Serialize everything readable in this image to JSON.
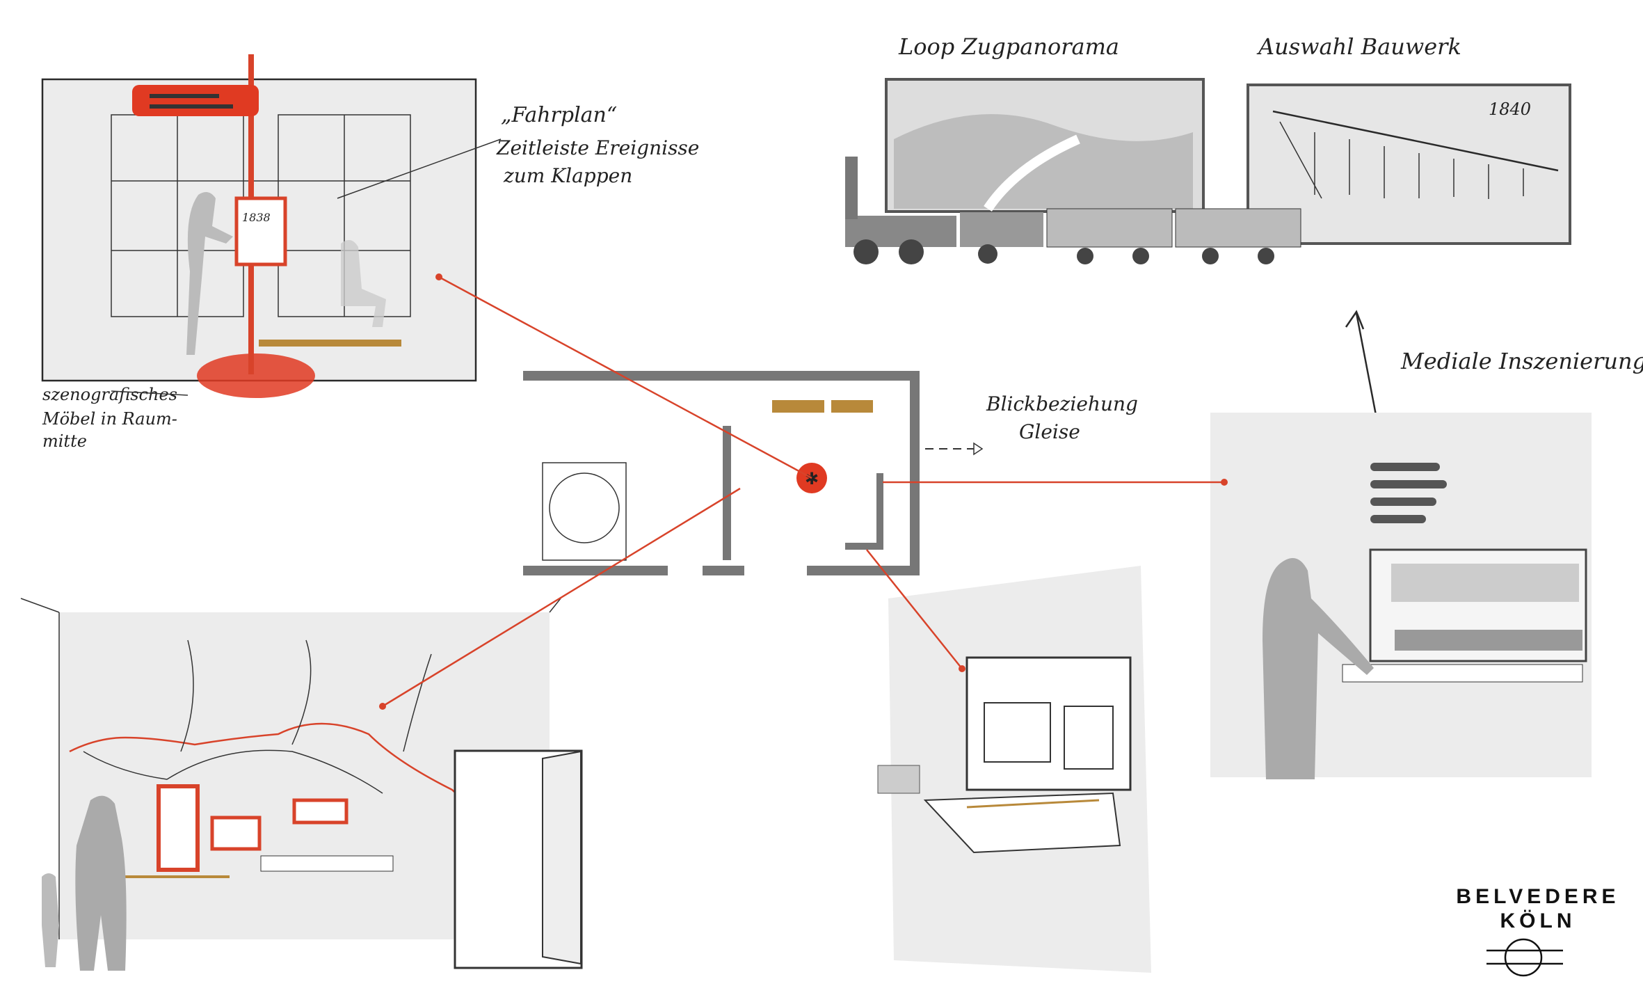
{
  "annotations": {
    "fahrplan_title": "„Fahrplan“",
    "fahrplan_line1": "Zeitleiste Ereignisse",
    "fahrplan_line2": "zum Klappen",
    "moebel_line1": "szenografisches",
    "moebel_line2": "Möbel in Raum-",
    "moebel_line3": "mitte",
    "loop": "Loop Zugpanorama",
    "auswahl": "Auswahl Bauwerk",
    "year_bridge": "1840",
    "year_panel": "1838",
    "mediale": "Mediale Inszenierung",
    "blick_line1": "Blickbeziehung",
    "blick_line2": "Gleise"
  },
  "logo": {
    "line1": "BELVEDERE",
    "line2": "KÖLN"
  },
  "colors": {
    "accent": "#d8432a",
    "ochre": "#b8893a",
    "wall": "#ececec",
    "ink": "#2a2a2a"
  }
}
